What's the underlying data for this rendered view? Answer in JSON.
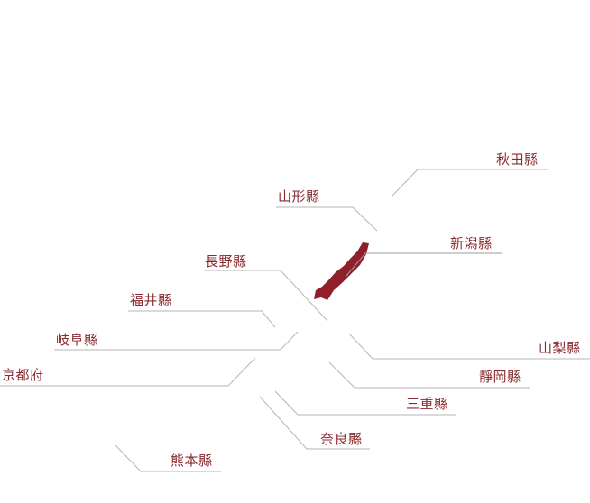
{
  "colors": {
    "accent": "#8a2a2e",
    "region_fill": "#8e1f2b",
    "leader_line": "#b5b5b5"
  },
  "highlighted_prefecture": "新潟縣",
  "prefectures": [
    {
      "id": "akita",
      "label": "秋田縣"
    },
    {
      "id": "yamagata",
      "label": "山形縣"
    },
    {
      "id": "niigata",
      "label": "新潟縣"
    },
    {
      "id": "nagano",
      "label": "長野縣"
    },
    {
      "id": "fukui",
      "label": "福井縣"
    },
    {
      "id": "gifu",
      "label": "岐阜縣"
    },
    {
      "id": "yamanashi",
      "label": "山梨縣"
    },
    {
      "id": "kyoto",
      "label": "京都府"
    },
    {
      "id": "shizuoka",
      "label": "靜岡縣"
    },
    {
      "id": "mie",
      "label": "三重縣"
    },
    {
      "id": "nara",
      "label": "奈良縣"
    },
    {
      "id": "kumamoto",
      "label": "熊本縣"
    }
  ]
}
